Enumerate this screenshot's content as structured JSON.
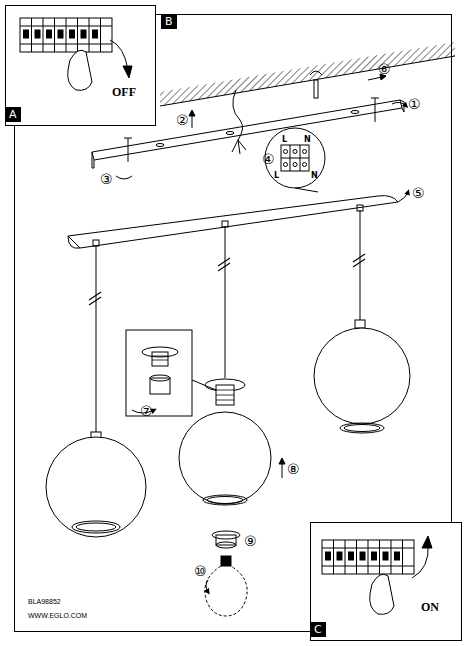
{
  "diagram": {
    "nodes": [
      {
        "text": [
          "B"
        ]
      },
      {
        "text": [
          "A",
          "OFF"
        ]
      },
      {
        "text": [
          "C",
          "ON"
        ]
      }
    ],
    "labels": [
      "⑥",
      "①",
      "②",
      "③",
      "④",
      "L",
      "N",
      "L",
      "N",
      "⑤",
      "⑦",
      "⑧",
      "⑨",
      "⑩",
      "BLA98852",
      "WWW.EGLO.COM"
    ]
  }
}
